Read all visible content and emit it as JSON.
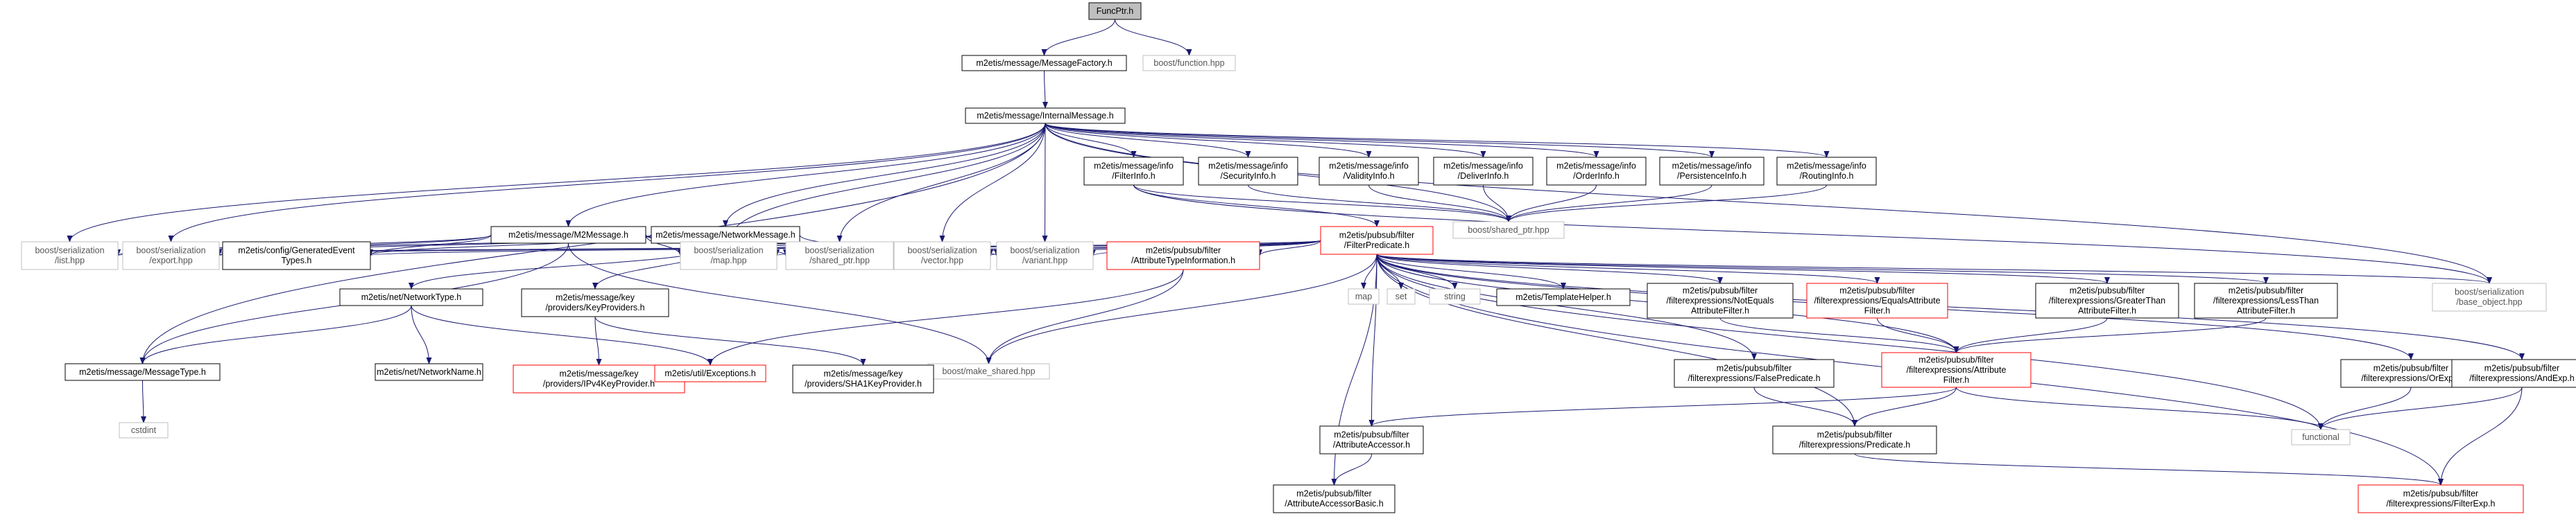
{
  "style": {
    "edge_color": "#191970",
    "node_border": "#000000",
    "node_border_external": "#bfbfbf",
    "node_border_truncated": "#ff0000",
    "root_fill": "#bfbfbf",
    "node_fill": "#ffffff"
  },
  "nodes": [
    {
      "id": "root",
      "lines": [
        "FuncPtr.h"
      ],
      "kind": "root"
    },
    {
      "id": "mf",
      "lines": [
        "m2etis/message/MessageFactory.h"
      ],
      "kind": "normal"
    },
    {
      "id": "bfun",
      "lines": [
        "boost/function.hpp"
      ],
      "kind": "external"
    },
    {
      "id": "im",
      "lines": [
        "m2etis/message/InternalMessage.h"
      ],
      "kind": "normal"
    },
    {
      "id": "finfo",
      "lines": [
        "m2etis/message/info",
        "/FilterInfo.h"
      ],
      "kind": "normal"
    },
    {
      "id": "secinfo",
      "lines": [
        "m2etis/message/info",
        "/SecurityInfo.h"
      ],
      "kind": "normal"
    },
    {
      "id": "valinfo",
      "lines": [
        "m2etis/message/info",
        "/ValidityInfo.h"
      ],
      "kind": "normal"
    },
    {
      "id": "delinfo",
      "lines": [
        "m2etis/message/info",
        "/DeliverInfo.h"
      ],
      "kind": "normal"
    },
    {
      "id": "ordinfo",
      "lines": [
        "m2etis/message/info",
        "/OrderInfo.h"
      ],
      "kind": "normal"
    },
    {
      "id": "perinfo",
      "lines": [
        "m2etis/message/info",
        "/PersistenceInfo.h"
      ],
      "kind": "normal"
    },
    {
      "id": "rouinfo",
      "lines": [
        "m2etis/message/info",
        "/RoutingInfo.h"
      ],
      "kind": "normal"
    },
    {
      "id": "bsp",
      "lines": [
        "boost/shared_ptr.hpp"
      ],
      "kind": "external"
    },
    {
      "id": "m2m",
      "lines": [
        "m2etis/message/M2Message.h"
      ],
      "kind": "normal"
    },
    {
      "id": "nm",
      "lines": [
        "m2etis/message/NetworkMessage.h"
      ],
      "kind": "normal"
    },
    {
      "id": "fp",
      "lines": [
        "m2etis/pubsub/filter",
        "/FilterPredicate.h"
      ],
      "kind": "truncated"
    },
    {
      "id": "bslist",
      "lines": [
        "boost/serialization",
        "/list.hpp"
      ],
      "kind": "external"
    },
    {
      "id": "bsexp",
      "lines": [
        "boost/serialization",
        "/export.hpp"
      ],
      "kind": "external"
    },
    {
      "id": "cfg",
      "lines": [
        "m2etis/config/GeneratedEvent",
        "Types.h"
      ],
      "kind": "normal"
    },
    {
      "id": "bsmap",
      "lines": [
        "boost/serialization",
        "/map.hpp"
      ],
      "kind": "external"
    },
    {
      "id": "bsshp",
      "lines": [
        "boost/serialization",
        "/shared_ptr.hpp"
      ],
      "kind": "external"
    },
    {
      "id": "bsvec",
      "lines": [
        "boost/serialization",
        "/vector.hpp"
      ],
      "kind": "external"
    },
    {
      "id": "bsvar",
      "lines": [
        "boost/serialization",
        "/variant.hpp"
      ],
      "kind": "external"
    },
    {
      "id": "ati",
      "lines": [
        "m2etis/pubsub/filter",
        "/AttributeTypeInformation.h"
      ],
      "kind": "truncated"
    },
    {
      "id": "map",
      "lines": [
        "map"
      ],
      "kind": "external"
    },
    {
      "id": "set",
      "lines": [
        "set"
      ],
      "kind": "external"
    },
    {
      "id": "string",
      "lines": [
        "string"
      ],
      "kind": "external"
    },
    {
      "id": "th",
      "lines": [
        "m2etis/TemplateHelper.h"
      ],
      "kind": "normal"
    },
    {
      "id": "nea",
      "lines": [
        "m2etis/pubsub/filter",
        "/filterexpressions/NotEquals",
        "AttributeFilter.h"
      ],
      "kind": "normal"
    },
    {
      "id": "eaf",
      "lines": [
        "m2etis/pubsub/filter",
        "/filterexpressions/EqualsAttribute",
        "Filter.h"
      ],
      "kind": "truncated"
    },
    {
      "id": "gta",
      "lines": [
        "m2etis/pubsub/filter",
        "/filterexpressions/GreaterThan",
        "AttributeFilter.h"
      ],
      "kind": "normal"
    },
    {
      "id": "lta",
      "lines": [
        "m2etis/pubsub/filter",
        "/filterexpressions/LessThan",
        "AttributeFilter.h"
      ],
      "kind": "normal"
    },
    {
      "id": "bsbase",
      "lines": [
        "boost/serialization",
        "/base_object.hpp"
      ],
      "kind": "external"
    },
    {
      "id": "nt",
      "lines": [
        "m2etis/net/NetworkType.h"
      ],
      "kind": "normal"
    },
    {
      "id": "kp",
      "lines": [
        "m2etis/message/key",
        "/providers/KeyProviders.h"
      ],
      "kind": "normal"
    },
    {
      "id": "bms",
      "lines": [
        "boost/make_shared.hpp"
      ],
      "kind": "external"
    },
    {
      "id": "fpred",
      "lines": [
        "m2etis/pubsub/filter",
        "/filterexpressions/FalsePredicate.h"
      ],
      "kind": "normal"
    },
    {
      "id": "af",
      "lines": [
        "m2etis/pubsub/filter",
        "/filterexpressions/Attribute",
        "Filter.h"
      ],
      "kind": "truncated"
    },
    {
      "id": "orexp",
      "lines": [
        "m2etis/pubsub/filter",
        "/filterexpressions/OrExp.h"
      ],
      "kind": "normal"
    },
    {
      "id": "andexp",
      "lines": [
        "m2etis/pubsub/filter",
        "/filterexpressions/AndExp.h"
      ],
      "kind": "normal"
    },
    {
      "id": "mt",
      "lines": [
        "m2etis/message/MessageType.h"
      ],
      "kind": "normal"
    },
    {
      "id": "nn",
      "lines": [
        "m2etis/net/NetworkName.h"
      ],
      "kind": "normal"
    },
    {
      "id": "ipv4",
      "lines": [
        "m2etis/message/key",
        "/providers/IPv4KeyProvider.h"
      ],
      "kind": "truncated"
    },
    {
      "id": "exc",
      "lines": [
        "m2etis/util/Exceptions.h"
      ],
      "kind": "truncated"
    },
    {
      "id": "sha1",
      "lines": [
        "m2etis/message/key",
        "/providers/SHA1KeyProvider.h"
      ],
      "kind": "normal"
    },
    {
      "id": "cstdint",
      "lines": [
        "cstdint"
      ],
      "kind": "external"
    },
    {
      "id": "aa",
      "lines": [
        "m2etis/pubsub/filter",
        "/AttributeAccessor.h"
      ],
      "kind": "normal"
    },
    {
      "id": "pred",
      "lines": [
        "m2etis/pubsub/filter",
        "/filterexpressions/Predicate.h"
      ],
      "kind": "normal"
    },
    {
      "id": "functional",
      "lines": [
        "functional"
      ],
      "kind": "external"
    },
    {
      "id": "aab",
      "lines": [
        "m2etis/pubsub/filter",
        "/AttributeAccessorBasic.h"
      ],
      "kind": "normal"
    },
    {
      "id": "fexp",
      "lines": [
        "m2etis/pubsub/filter",
        "/filterexpressions/FilterExp.h"
      ],
      "kind": "truncated"
    }
  ],
  "edges": [
    [
      "root",
      "mf"
    ],
    [
      "root",
      "bfun"
    ],
    [
      "mf",
      "im"
    ],
    [
      "im",
      "finfo"
    ],
    [
      "im",
      "secinfo"
    ],
    [
      "im",
      "valinfo"
    ],
    [
      "im",
      "delinfo"
    ],
    [
      "im",
      "ordinfo"
    ],
    [
      "im",
      "perinfo"
    ],
    [
      "im",
      "rouinfo"
    ],
    [
      "im",
      "m2m"
    ],
    [
      "im",
      "nm"
    ],
    [
      "im",
      "bslist"
    ],
    [
      "im",
      "bsexp"
    ],
    [
      "im",
      "bsmap"
    ],
    [
      "im",
      "bsshp"
    ],
    [
      "im",
      "bsvec"
    ],
    [
      "im",
      "bsvar"
    ],
    [
      "im",
      "bsp"
    ],
    [
      "im",
      "bsbase"
    ],
    [
      "im",
      "mt"
    ],
    [
      "finfo",
      "fp"
    ],
    [
      "finfo",
      "bsp"
    ],
    [
      "secinfo",
      "bsp"
    ],
    [
      "valinfo",
      "bsp"
    ],
    [
      "delinfo",
      "bsp"
    ],
    [
      "ordinfo",
      "bsp"
    ],
    [
      "perinfo",
      "bsp"
    ],
    [
      "rouinfo",
      "bsp"
    ],
    [
      "finfo",
      "bsbase"
    ],
    [
      "m2m",
      "bslist"
    ],
    [
      "m2m",
      "bsexp"
    ],
    [
      "m2m",
      "cfg"
    ],
    [
      "m2m",
      "bsmap"
    ],
    [
      "m2m",
      "bsshp"
    ],
    [
      "m2m",
      "bsvec"
    ],
    [
      "m2m",
      "bsvar"
    ],
    [
      "m2m",
      "mt"
    ],
    [
      "m2m",
      "bms"
    ],
    [
      "nm",
      "bslist"
    ],
    [
      "nm",
      "bsexp"
    ],
    [
      "nm",
      "cfg"
    ],
    [
      "nm",
      "bsmap"
    ],
    [
      "nm",
      "bsshp"
    ],
    [
      "nm",
      "bsvec"
    ],
    [
      "nm",
      "nt"
    ],
    [
      "nm",
      "kp"
    ],
    [
      "fp",
      "bslist"
    ],
    [
      "fp",
      "bsexp"
    ],
    [
      "fp",
      "cfg"
    ],
    [
      "fp",
      "bsmap"
    ],
    [
      "fp",
      "bsshp"
    ],
    [
      "fp",
      "bsvec"
    ],
    [
      "fp",
      "bsvar"
    ],
    [
      "fp",
      "ati"
    ],
    [
      "fp",
      "map"
    ],
    [
      "fp",
      "set"
    ],
    [
      "fp",
      "string"
    ],
    [
      "fp",
      "th"
    ],
    [
      "fp",
      "nea"
    ],
    [
      "fp",
      "eaf"
    ],
    [
      "fp",
      "gta"
    ],
    [
      "fp",
      "lta"
    ],
    [
      "fp",
      "bsbase"
    ],
    [
      "fp",
      "bms"
    ],
    [
      "fp",
      "fpred"
    ],
    [
      "fp",
      "af"
    ],
    [
      "fp",
      "orexp"
    ],
    [
      "fp",
      "andexp"
    ],
    [
      "fp",
      "aa"
    ],
    [
      "fp",
      "pred"
    ],
    [
      "fp",
      "functional"
    ],
    [
      "fp",
      "aab"
    ],
    [
      "fp",
      "fexp"
    ],
    [
      "ati",
      "exc"
    ],
    [
      "ati",
      "bms"
    ],
    [
      "nt",
      "mt"
    ],
    [
      "nt",
      "nn"
    ],
    [
      "nt",
      "exc"
    ],
    [
      "kp",
      "ipv4"
    ],
    [
      "kp",
      "sha1"
    ],
    [
      "nea",
      "af"
    ],
    [
      "eaf",
      "af"
    ],
    [
      "gta",
      "af"
    ],
    [
      "lta",
      "af"
    ],
    [
      "fpred",
      "pred"
    ],
    [
      "af",
      "aa"
    ],
    [
      "af",
      "pred"
    ],
    [
      "af",
      "functional"
    ],
    [
      "orexp",
      "functional"
    ],
    [
      "andexp",
      "functional"
    ],
    [
      "andexp",
      "fexp"
    ],
    [
      "mt",
      "cstdint"
    ],
    [
      "aa",
      "aab"
    ],
    [
      "pred",
      "fexp"
    ]
  ]
}
